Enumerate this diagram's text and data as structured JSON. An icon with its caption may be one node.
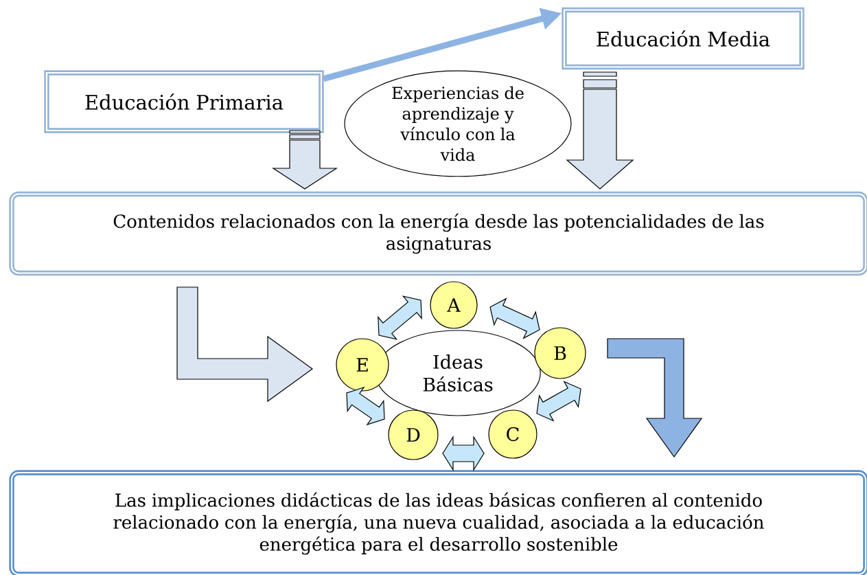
{
  "diagram": {
    "nodes": [
      {
        "text": [
          "Educación Primaria"
        ]
      },
      {
        "text": [
          "Educación Media"
        ]
      },
      {
        "text": [
          "Experiencias de aprendizaje y vínculo con la vida"
        ]
      },
      {
        "text": [
          "Contenidos relacionados con la energía desde las potencialidades de las asignaturas"
        ]
      },
      {
        "text": [
          "Ideas Básicas"
        ]
      },
      {
        "text": [
          "A"
        ]
      },
      {
        "text": [
          "B"
        ]
      },
      {
        "text": [
          "C"
        ]
      },
      {
        "text": [
          "D"
        ]
      },
      {
        "text": [
          "E"
        ]
      },
      {
        "text": [
          "Las implicaciones didácticas de las ideas básicas confieren al contenido relacionado con la energía, una nueva cualidad, asociada a la educación energética para el desarrollo sostenible"
        ]
      }
    ],
    "edges": [
      {
        "from": 0,
        "to": 1,
        "arrow": "to",
        "color": "#8db3e2"
      },
      {
        "from": 0,
        "to": 3,
        "arrow": "to",
        "color": "#dbe5f1"
      },
      {
        "from": 1,
        "to": 3,
        "arrow": "to",
        "color": "#dbe5f1"
      },
      {
        "from": 3,
        "to": 4,
        "arrow": "to",
        "color": "#dbe5f1"
      },
      {
        "from": 4,
        "to": 10,
        "arrow": "to",
        "color": "#8db3e2"
      },
      {
        "from": 9,
        "to": 5,
        "arrow": "both"
      },
      {
        "from": 5,
        "to": 6,
        "arrow": "both"
      },
      {
        "from": 6,
        "to": 7,
        "arrow": "both"
      },
      {
        "from": 7,
        "to": 8,
        "arrow": "both"
      },
      {
        "from": 8,
        "to": 9,
        "arrow": "both"
      }
    ]
  }
}
